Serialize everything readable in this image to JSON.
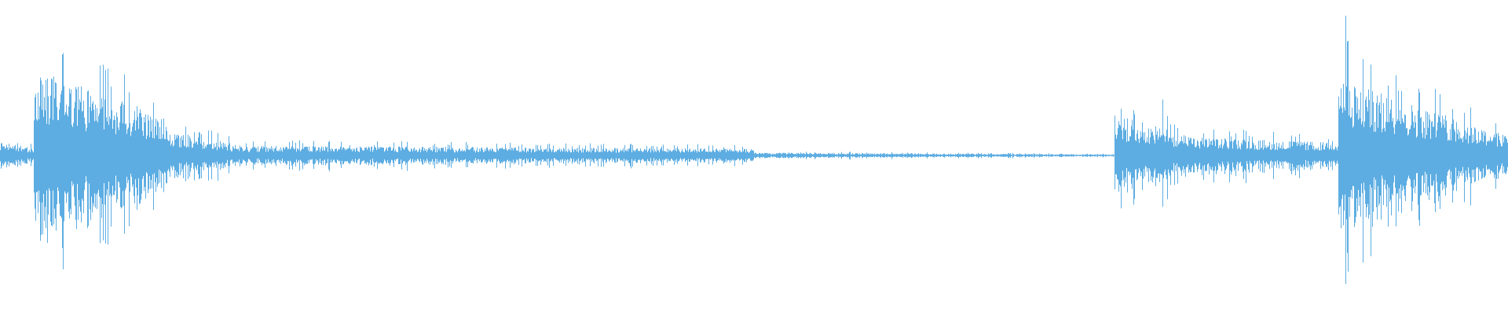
{
  "waveform": {
    "color": "#5dade2",
    "background": "#ffffff",
    "segments": [
      {
        "start": 0.0,
        "end": 0.022,
        "level": 0.1,
        "decay": 0.5
      },
      {
        "start": 0.022,
        "end": 0.11,
        "level": 0.62,
        "decay": 0.55
      },
      {
        "start": 0.11,
        "end": 0.16,
        "level": 0.18,
        "decay": 0.6
      },
      {
        "start": 0.16,
        "end": 0.5,
        "level": 0.07,
        "decay": 0.3
      },
      {
        "start": 0.5,
        "end": 0.739,
        "level": 0.02,
        "decay": 0.6
      },
      {
        "start": 0.739,
        "end": 0.793,
        "level": 0.3,
        "decay": 0.6
      },
      {
        "start": 0.793,
        "end": 0.887,
        "level": 0.13,
        "decay": 0.3
      },
      {
        "start": 0.887,
        "end": 1.0,
        "level": 0.55,
        "decay": 0.75
      }
    ],
    "peaks": [
      {
        "at": 0.041,
        "level": 0.72
      },
      {
        "at": 0.089,
        "level": 0.3
      },
      {
        "at": 0.771,
        "level": 0.4
      },
      {
        "at": 0.892,
        "level": 1.0
      },
      {
        "at": 0.894,
        "level": 0.82
      }
    ]
  }
}
